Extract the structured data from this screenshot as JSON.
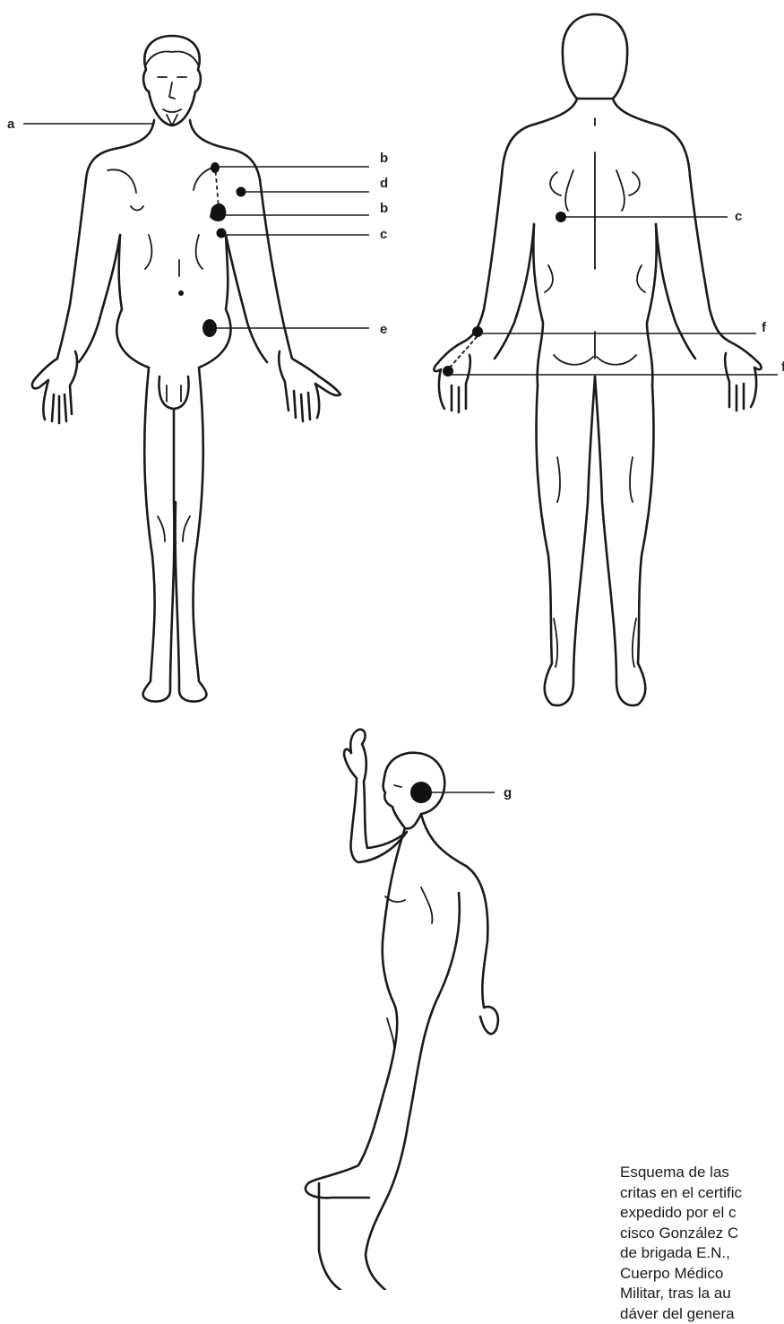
{
  "labels": {
    "front": [
      "a",
      "b",
      "d",
      "b",
      "c",
      "e"
    ],
    "back": [
      "c",
      "f",
      "f"
    ],
    "side": [
      "g"
    ]
  },
  "caption": "Esquema de las\ncritas en el certific\nexpedido por el c\ncisco González C\nde brigada E.N.,\nCuerpo Médico\nMilitar, tras la au\ndáver del genera"
}
